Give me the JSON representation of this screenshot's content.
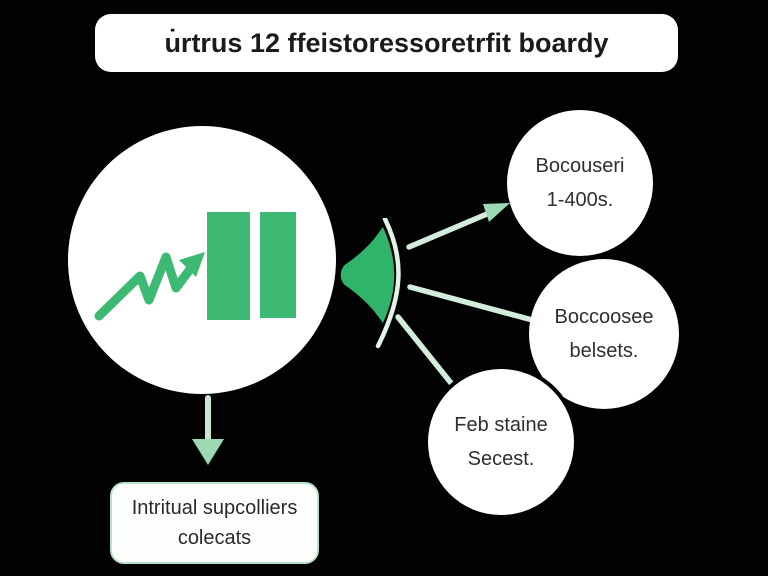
{
  "title": {
    "text": "u̇rtrus 12 ffeistoressoretrfit boardy"
  },
  "main_circle": {
    "icon": "bar-chart-growth-icon"
  },
  "funnel": {
    "icon": "megaphone-funnel-icon"
  },
  "targets": [
    {
      "line1": "Bocouseri",
      "line2": "1-400s."
    },
    {
      "line1": "Boccoosee",
      "line2": "belsets."
    },
    {
      "line1": "Feb staine",
      "line2": "Secest."
    }
  ],
  "bottom_box": {
    "line1": "Intritual supcolliers",
    "line2": "colecats"
  },
  "colors": {
    "background": "#020202",
    "accent_green": "#3eb973",
    "funnel_green": "#2fb46a",
    "connector_pale": "#d3ecdc",
    "arrowhead_green": "#9cd8b2",
    "box_border_mint": "#b9e2ca",
    "text_dark": "#1b1b1b"
  }
}
